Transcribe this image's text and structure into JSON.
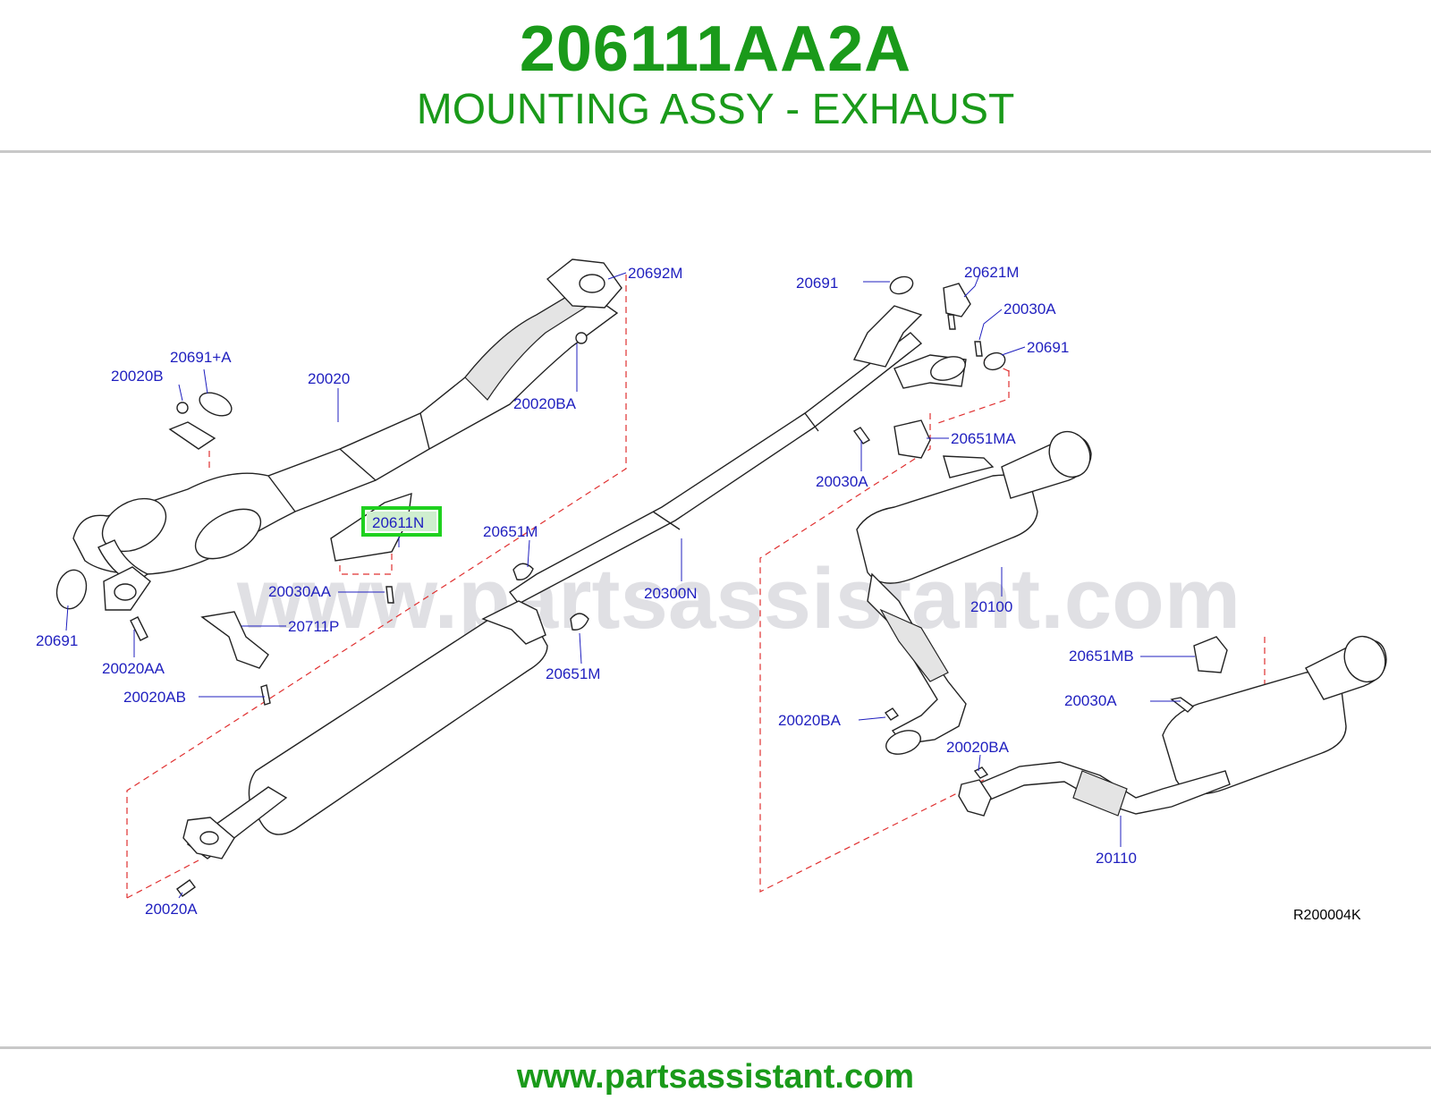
{
  "header": {
    "part_number": "206111AA2A",
    "part_name": "MOUNTING ASSY - EXHAUST"
  },
  "diagram": {
    "watermark": "www.partsassistant.com",
    "reference_code": "R200004K",
    "highlighted_callout": "20611N",
    "highlight_color": "#1fd11f",
    "callouts": [
      "20692M",
      "20691",
      "20621M",
      "20030A",
      "20691",
      "20691+A",
      "20020B",
      "20020",
      "20020BA",
      "20651MA",
      "20030A",
      "20611N",
      "20651M",
      "20030AA",
      "20300N",
      "20100",
      "20711P",
      "20691",
      "20020AA",
      "20651M",
      "20651MB",
      "20030A",
      "20020AB",
      "20020BA",
      "20020BA",
      "20110",
      "20020A"
    ]
  },
  "footer": {
    "url": "www.partsassistant.com"
  },
  "colors": {
    "title_green": "#1a9a1a",
    "callout_blue": "#1f1fbf",
    "dashed_red": "#e03030"
  }
}
